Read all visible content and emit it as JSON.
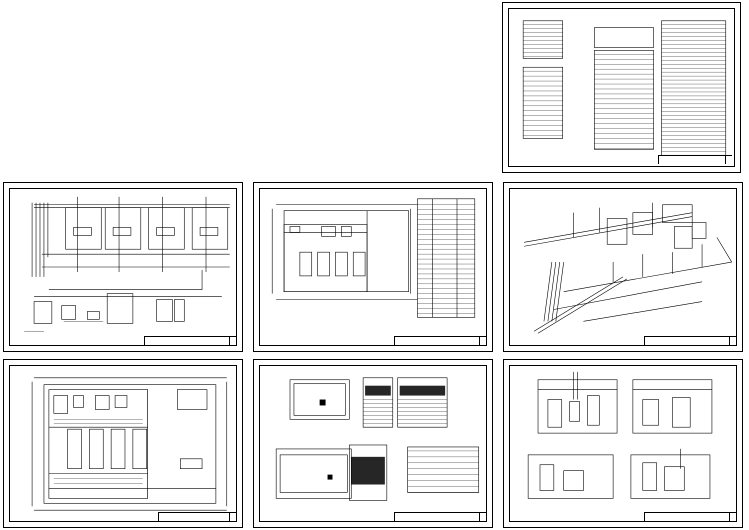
{
  "sheets": [
    {
      "id": "cover",
      "title_block": "",
      "sheet_no": ""
    },
    {
      "id": "system",
      "title_block": "",
      "sheet_no": "",
      "caption": ""
    },
    {
      "id": "plan",
      "title_block": "",
      "sheet_no": "",
      "caption": ""
    },
    {
      "id": "iso",
      "title_block": "",
      "sheet_no": "",
      "caption": ""
    },
    {
      "id": "layout",
      "title_block": "",
      "sheet_no": "",
      "caption": ""
    },
    {
      "id": "foundation",
      "title_block": "",
      "sheet_no": "",
      "caption": ""
    },
    {
      "id": "sections",
      "title_block": "",
      "sheet_no": "",
      "caption": ""
    }
  ],
  "colors": {
    "line": "#000000",
    "paper": "#ffffff"
  }
}
